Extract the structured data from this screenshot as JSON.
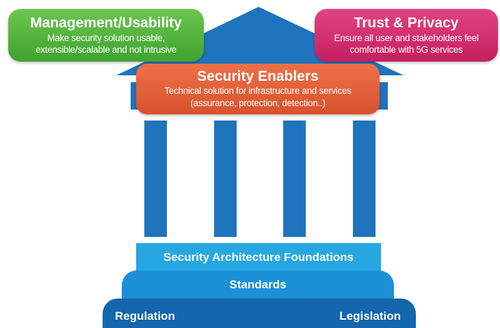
{
  "colors": {
    "roof": "#1f74bd",
    "pillar": "#1f74bd",
    "management": "#4cb13a",
    "trust": "#d22b6b",
    "enablers": "#e2603a",
    "foundations": "#27a7e2",
    "standards": "#1c90d6",
    "base": "#1466ad"
  },
  "roof_cards": {
    "left": {
      "title": "Management/Usability",
      "line1": "Make security solution usable,",
      "line2": "extensible/scalable and not intrusive"
    },
    "right": {
      "title": "Trust & Privacy",
      "line1": "Ensure all user and stakeholders feel",
      "line2": "comfortable with 5G services"
    }
  },
  "center_card": {
    "title": "Security Enablers",
    "line1": "Technical solution for infrastructure and services",
    "line2": "(assurance, protection, detection..)"
  },
  "tiers": {
    "foundations": "Security Architecture Foundations",
    "standards": "Standards",
    "regulation": "Regulation",
    "legislation": "Legislation"
  }
}
